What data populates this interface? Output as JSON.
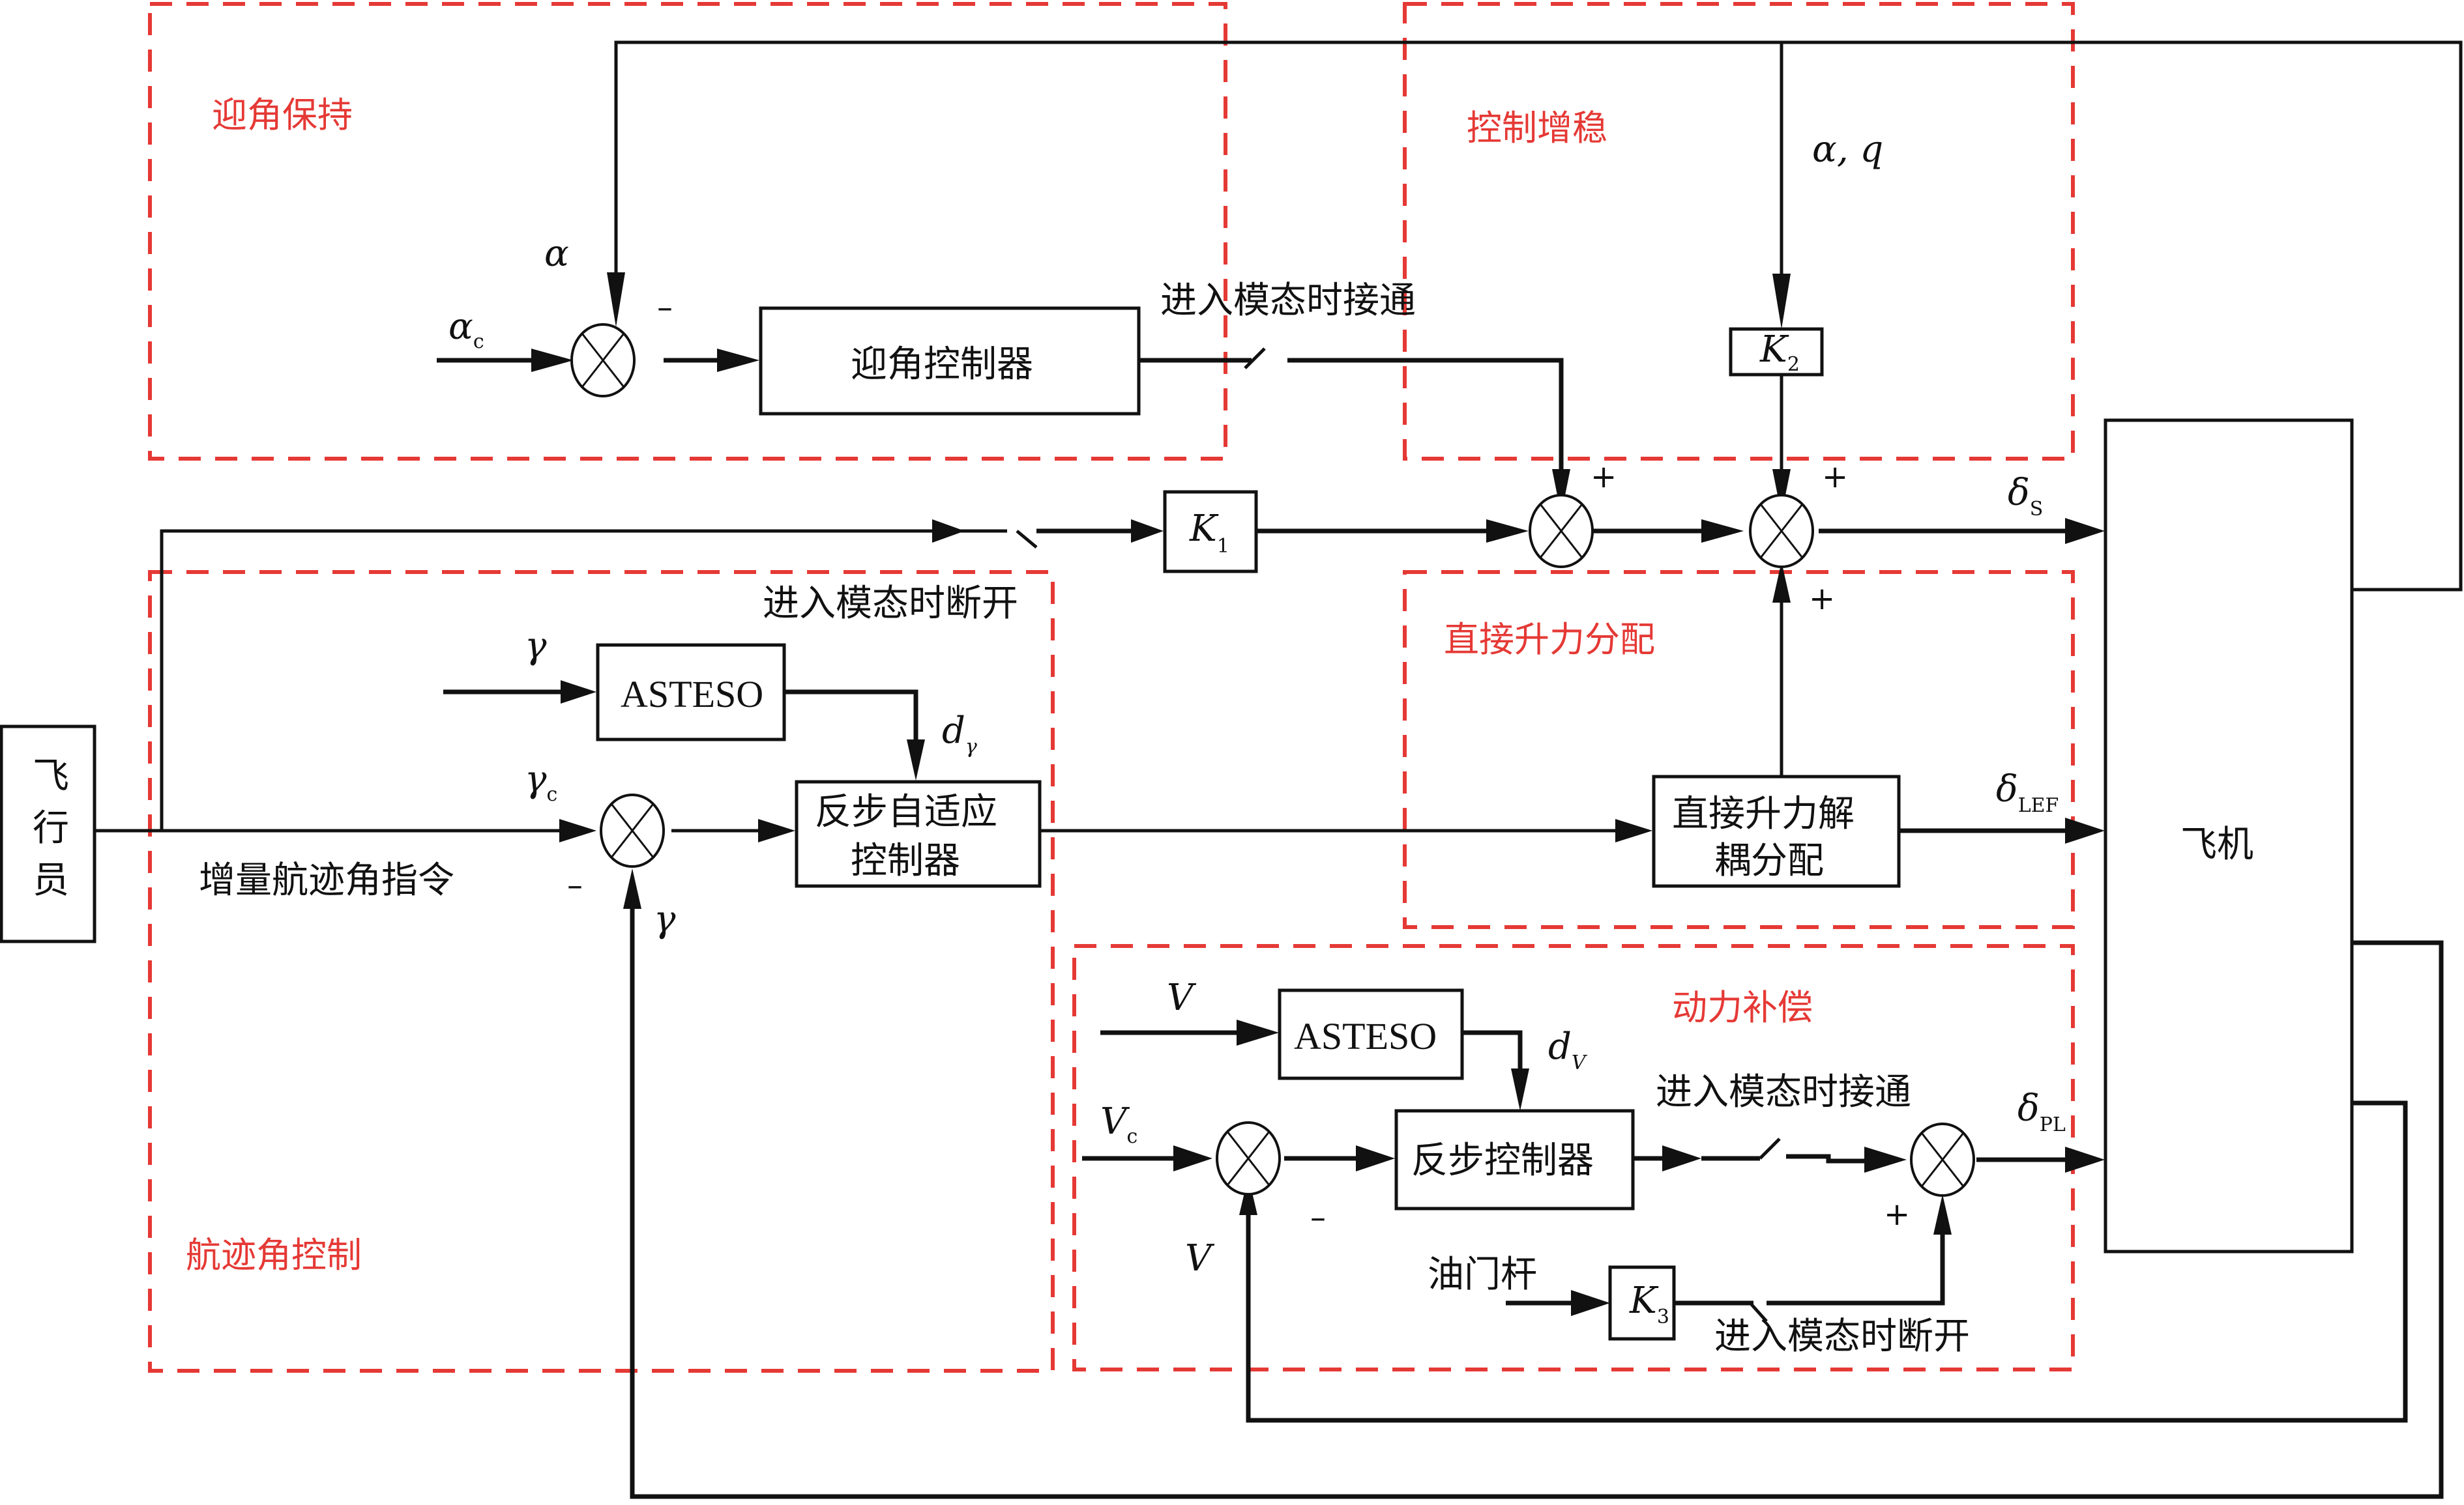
{
  "groups": {
    "aoa_hold": "迎角保持",
    "control_augmentation": "控制增稳",
    "direct_lift_allocation": "直接升力分配",
    "flight_path_control": "航迹角控制",
    "power_compensation": "动力补偿"
  },
  "blocks": {
    "pilot": [
      "飞",
      "行",
      "员"
    ],
    "aircraft": "飞机",
    "aoa_controller": "迎角控制器",
    "k1": {
      "base": "K",
      "sub": "1"
    },
    "k2": {
      "base": "K",
      "sub": "2"
    },
    "k3": {
      "base": "K",
      "sub": "3"
    },
    "asteso_gamma": "ASTESO",
    "asteso_v": "ASTESO",
    "backstep_adaptive": [
      "反步自适应",
      "控制器"
    ],
    "direct_lift_decoupling": [
      "直接升力解",
      "耦分配"
    ],
    "backstep_controller": "反步控制器"
  },
  "switch_labels": {
    "aoa_switch": "进入模态时接通",
    "k1_switch": "进入模态时断开",
    "power_switch": "进入模态时接通",
    "throttle_switch": "进入模态时断开"
  },
  "text_labels": {
    "incremental_fpa_cmd": "增量航迹角指令",
    "throttle_lever": "油门杆"
  },
  "signals": {
    "alpha": "α",
    "alpha_c": {
      "base": "α",
      "sub": "c"
    },
    "alpha_q": "α, q",
    "gamma": "γ",
    "gamma_c": {
      "base": "γ",
      "sub": "c"
    },
    "gamma_fb": "γ",
    "d_gamma": {
      "base": "d",
      "sub": "γ"
    },
    "v": "V",
    "v_c": {
      "base": "V",
      "sub": "c"
    },
    "v_fb": "V",
    "d_v": {
      "base": "d",
      "sub": "V"
    },
    "delta_s": {
      "base": "δ",
      "sub": "S"
    },
    "delta_lef": {
      "base": "δ",
      "sub": "LEF"
    },
    "delta_pl": {
      "base": "δ",
      "sub": "PL"
    }
  },
  "signs": {
    "aoa_sum_minus": "–",
    "sum1_plus": "+",
    "sum2_top_plus": "+",
    "sum2_bottom_plus": "+",
    "gamma_sum_minus": "–",
    "v_sum_minus": "–",
    "pl_sum_plus": "+"
  },
  "colors": {
    "group_border": "#e53935",
    "line": "#111111"
  }
}
